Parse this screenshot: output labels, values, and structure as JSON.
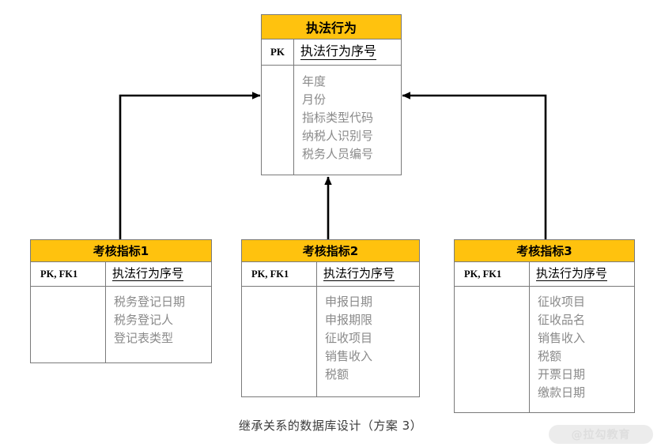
{
  "diagram": {
    "caption": "继承关系的数据库设计（方案 3）",
    "watermark": "@拉勾教育",
    "header_color": "#FFC20E",
    "attr_text_color": "#8a8a8a",
    "line_color": "#000000",
    "border_color": "#7a7a7a"
  },
  "entities": {
    "parent": {
      "title": "执法行为",
      "key_tag": "PK",
      "key_name": "执法行为序号",
      "attributes": [
        "年度",
        "月份",
        "指标类型代码",
        "纳税人识别号",
        "税务人员编号"
      ]
    },
    "child1": {
      "title": "考核指标1",
      "key_tag": "PK, FK1",
      "key_name": "执法行为序号",
      "attributes": [
        "税务登记日期",
        "税务登记人",
        "登记表类型"
      ]
    },
    "child2": {
      "title": "考核指标2",
      "key_tag": "PK, FK1",
      "key_name": "执法行为序号",
      "attributes": [
        "申报日期",
        "申报期限",
        "征收项目",
        "销售收入",
        "税额"
      ]
    },
    "child3": {
      "title": "考核指标3",
      "key_tag": "PK, FK1",
      "key_name": "执法行为序号",
      "attributes": [
        "征收项目",
        "征收品名",
        "销售收入",
        "税额",
        "开票日期",
        "缴款日期"
      ]
    }
  },
  "relationships": [
    {
      "name": "child1-to-parent",
      "from": "考核指标1",
      "to": "执法行为",
      "arrow": "left-side-of-parent"
    },
    {
      "name": "child2-to-parent",
      "from": "考核指标2",
      "to": "执法行为",
      "arrow": "bottom-of-parent"
    },
    {
      "name": "child3-to-parent",
      "from": "考核指标3",
      "to": "执法行为",
      "arrow": "right-side-of-parent"
    }
  ]
}
